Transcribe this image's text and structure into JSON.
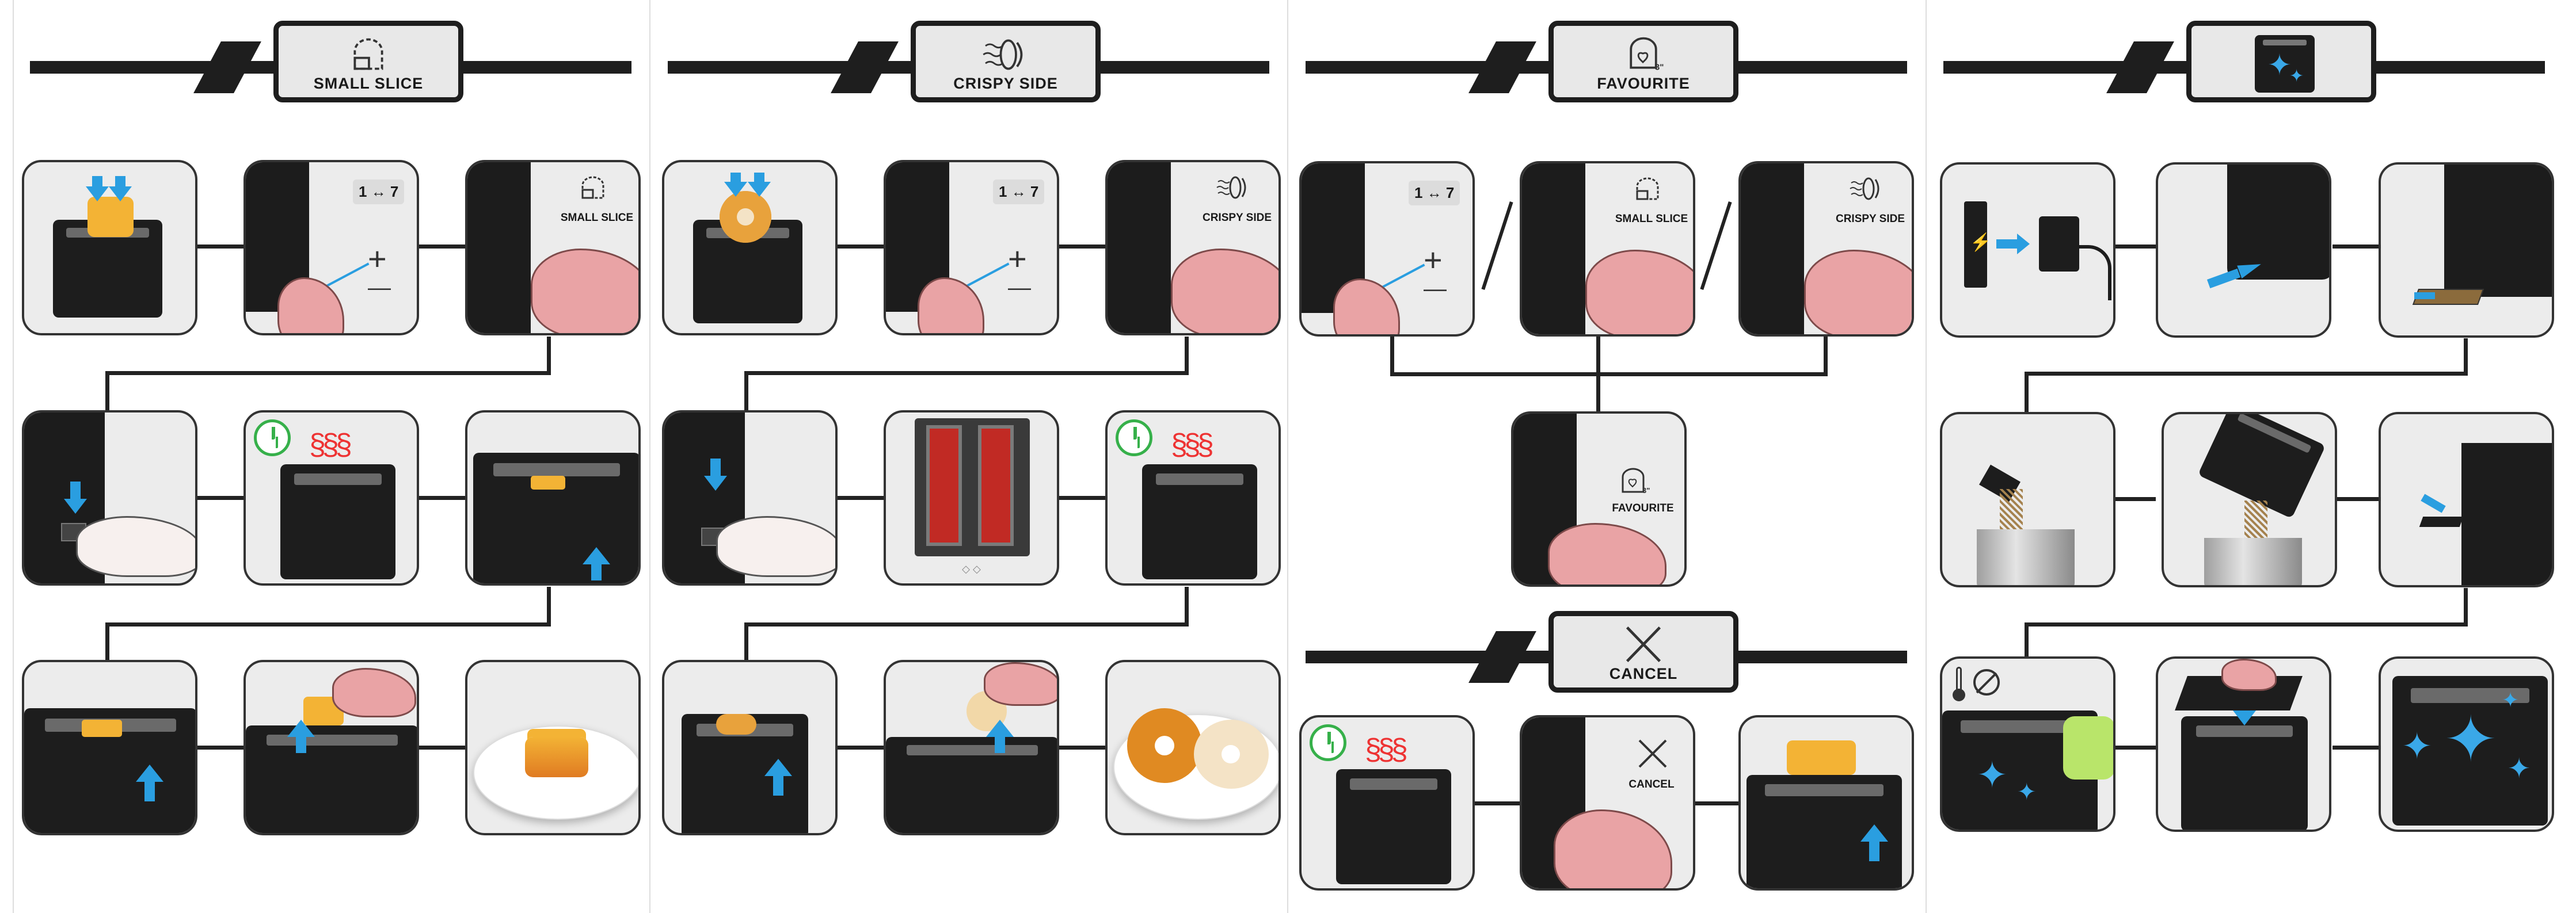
{
  "columns": [
    {
      "header": {
        "label": "SMALL SLICE",
        "icon": "small-slice-icon"
      }
    },
    {
      "header": {
        "label": "CRISPY SIDE",
        "icon": "crispy-side-icon"
      }
    },
    {
      "header": {
        "label": "FAVOURITE",
        "icon": "favourite-icon",
        "badge": "3\""
      }
    },
    {
      "header": {
        "label": "",
        "icon": "cleaning-sparkle-icon"
      }
    }
  ],
  "cancel_header": {
    "label": "CANCEL",
    "icon": "cancel-x-icon"
  },
  "panels": {
    "browning_range": "1 ↔ 7",
    "plus": "+",
    "minus": "—",
    "small_slice_label": "SMALL SLICE",
    "crispy_side_label": "CRISPY SIDE",
    "favourite_label": "FAVOURITE",
    "favourite_badge": "3\"",
    "cancel_label": "CANCEL"
  },
  "colors": {
    "accent_blue": "#2a9ee0",
    "timer_green": "#36b04a",
    "heat_red": "#e33333",
    "hand_pink": "#e9a3a5"
  }
}
